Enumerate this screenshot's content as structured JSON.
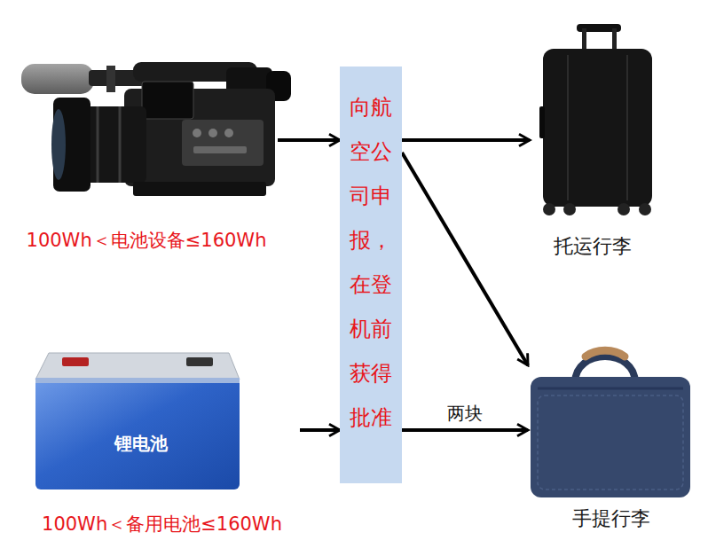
{
  "diagram": {
    "nodes": [
      {
        "text": [
          "100Wh＜电池设备≤160Wh"
        ]
      },
      {
        "text": [
          "向航空公司申报，在登机前获得批准"
        ]
      },
      {
        "text": [
          "托运行李"
        ]
      },
      {
        "text": [
          "锂电池",
          "100Wh＜备用电池≤160Wh"
        ]
      },
      {
        "text": [
          "手提行李"
        ]
      }
    ],
    "edges": [
      {
        "from": 0,
        "to": 1,
        "arrow": "to"
      },
      {
        "from": 3,
        "to": 1,
        "arrow": "to"
      },
      {
        "from": 1,
        "to": 2,
        "arrow": "to"
      },
      {
        "from": 1,
        "to": 4,
        "arrow": "to"
      },
      {
        "from": 1,
        "to": 4,
        "label": "两块",
        "arrow": "to"
      }
    ]
  }
}
